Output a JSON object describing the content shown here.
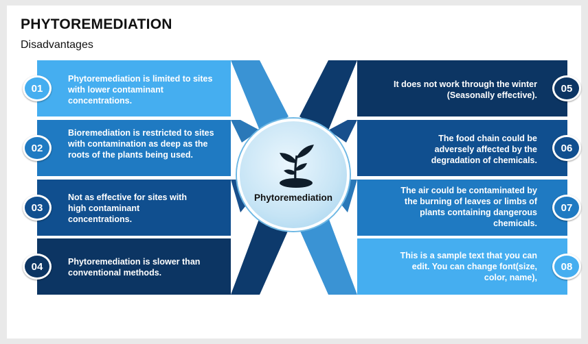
{
  "title": "PHYTOREMEDIATION",
  "subtitle": "Disadvantages",
  "center_label": "Phytoremediation",
  "center_icon": "plant-sprout-icon",
  "items": [
    {
      "num": "01",
      "text": "Phytoremediation is limited to sites with lower contaminant concentrations.",
      "color": "#45aef0"
    },
    {
      "num": "02",
      "text": "Bioremediation is restricted to sites with contamination as deep as the roots of the plants being used.",
      "color": "#1f7ac2"
    },
    {
      "num": "03",
      "text": "Not as effective for sites with high contaminant concentrations.",
      "color": "#104f8f"
    },
    {
      "num": "04",
      "text": "Phytoremediation is slower than conventional methods.",
      "color": "#0c3563"
    },
    {
      "num": "05",
      "text": "It does not work through the winter (Seasonally effective).",
      "color": "#0c3563"
    },
    {
      "num": "06",
      "text": "The food chain could be adversely affected by the degradation of chemicals.",
      "color": "#104f8f"
    },
    {
      "num": "07",
      "text": "The air could be contaminated by the burning of leaves or limbs of plants containing dangerous chemicals.",
      "color": "#1f7ac2"
    },
    {
      "num": "08",
      "text": "This is a sample text that you can edit. You can change font(size, color, name),",
      "color": "#45aef0"
    }
  ]
}
